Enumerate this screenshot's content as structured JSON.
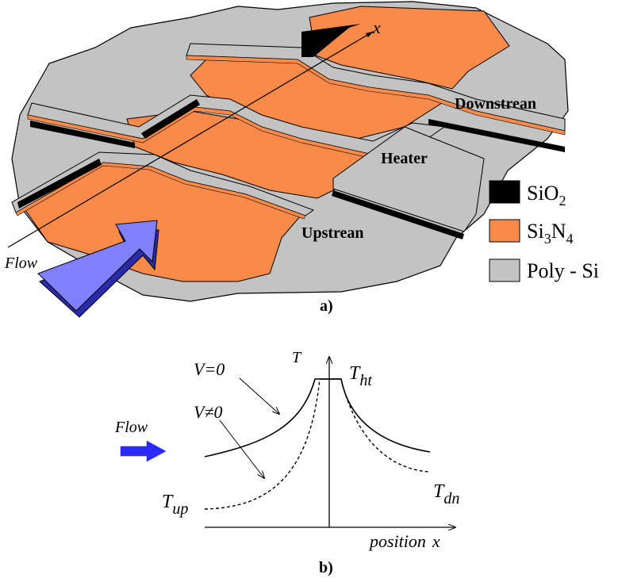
{
  "panel_a": {
    "caption": "a)",
    "axis_label": "x",
    "flow_label": "Flow",
    "region_labels": {
      "downstream": "Downstrean",
      "heater": "Heater",
      "upstream": "Upstrean"
    },
    "legend": [
      {
        "key": "sio2",
        "base": "SiO",
        "sub": "2",
        "base2": "",
        "sub2": "",
        "color": "#000000"
      },
      {
        "key": "si3n4",
        "base": "Si",
        "sub": "3",
        "base2": "N",
        "sub2": "4",
        "color": "#f98a4a"
      },
      {
        "key": "polysi",
        "base": "Poly - Si",
        "sub": "",
        "base2": "",
        "sub2": "",
        "color": "#c3c3c3"
      }
    ],
    "colors": {
      "poly": "#c3c3c3",
      "nitride": "#f98a4a",
      "oxide": "#000000",
      "arrow": "#8080ff",
      "arrow_dark": "#2a2aaa"
    }
  },
  "panel_b": {
    "caption": "b)",
    "y_label": "T",
    "x_label_word": "position",
    "x_label_var": "x",
    "flow_label": "Flow",
    "curve_labels": {
      "v_zero": "V=0",
      "v_nonzero": "V≠0"
    },
    "temps": {
      "t_ht": {
        "base": "T",
        "sub": "ht"
      },
      "t_up": {
        "base": "T",
        "sub": "up"
      },
      "t_dn": {
        "base": "T",
        "sub": "dn"
      }
    }
  }
}
